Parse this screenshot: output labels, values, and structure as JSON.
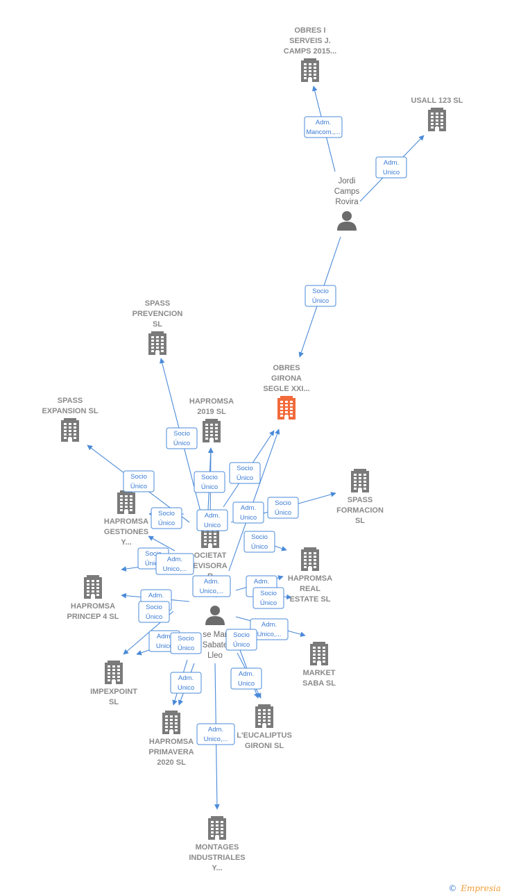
{
  "colors": {
    "company": "#7a7a7a",
    "focus": "#f26a3b",
    "person": "#6b6b6b",
    "edge": "#4a8ad8",
    "edge_text": "#3a7bd5"
  },
  "nodes": [
    {
      "id": "obres_serveis",
      "type": "company",
      "icon": "building-icon",
      "lines": [
        "OBRES I",
        "SERVEIS J.",
        "CAMPS 2015..."
      ]
    },
    {
      "id": "usall",
      "type": "company",
      "icon": "building-icon",
      "lines": [
        "USALL 123 SL"
      ]
    },
    {
      "id": "jordi",
      "type": "person",
      "icon": "person-icon",
      "lines": [
        "Jordi",
        "Camps",
        "Rovira"
      ]
    },
    {
      "id": "spass_prev",
      "type": "company",
      "icon": "building-icon",
      "lines": [
        "SPASS",
        "PREVENCION",
        "SL"
      ]
    },
    {
      "id": "obres_girona",
      "type": "focus",
      "icon": "building-icon",
      "lines": [
        "OBRES",
        "GIRONA",
        "SEGLE XXI..."
      ]
    },
    {
      "id": "spass_exp",
      "type": "company",
      "icon": "building-icon",
      "lines": [
        "SPASS",
        "EXPANSION  SL"
      ]
    },
    {
      "id": "hapromsa2019",
      "type": "company",
      "icon": "building-icon",
      "lines": [
        "HAPROMSA",
        "2019  SL"
      ]
    },
    {
      "id": "spass_form",
      "type": "company",
      "icon": "building-icon",
      "lines": [
        "SPASS",
        "FORMACION",
        "SL"
      ]
    },
    {
      "id": "hap_gest",
      "type": "company",
      "icon": "building-icon",
      "lines": [
        "HAPROMSA",
        "GESTIONES",
        "Y..."
      ]
    },
    {
      "id": "societat",
      "type": "company",
      "icon": "building-icon",
      "lines": [
        "OCIETAT",
        "EVISORA",
        "R"
      ]
    },
    {
      "id": "hap_real",
      "type": "company",
      "icon": "building-icon",
      "lines": [
        "HAPROMSA",
        "REAL",
        "ESTATE  SL"
      ]
    },
    {
      "id": "hap_princep",
      "type": "company",
      "icon": "building-icon",
      "lines": [
        "HAPROMSA",
        "PRINCEP 4  SL"
      ]
    },
    {
      "id": "jose",
      "type": "person",
      "icon": "person-icon",
      "lines": [
        "se Mar",
        "Sabate",
        "Lleo"
      ]
    },
    {
      "id": "impexpoint",
      "type": "company",
      "icon": "building-icon",
      "lines": [
        "IMPEXPOINT",
        "SL"
      ]
    },
    {
      "id": "market",
      "type": "company",
      "icon": "building-icon",
      "lines": [
        "MARKET",
        "SABA SL"
      ]
    },
    {
      "id": "eucaliptus",
      "type": "company",
      "icon": "building-icon",
      "lines": [
        "L'EUCALIPTUS",
        "GIRONI  SL"
      ]
    },
    {
      "id": "hap_prim",
      "type": "company",
      "icon": "building-icon",
      "lines": [
        "HAPROMSA",
        "PRIMAVERA",
        "2020  SL"
      ]
    },
    {
      "id": "montages",
      "type": "company",
      "icon": "building-icon",
      "lines": [
        "MONTAGES",
        "INDUSTRIALES",
        "Y..."
      ]
    }
  ],
  "edges": [
    {
      "from": "jordi",
      "to": "obres_serveis",
      "lines": [
        "Adm.",
        "Mancom.,..."
      ]
    },
    {
      "from": "jordi",
      "to": "usall",
      "lines": [
        "Adm.",
        "Unico"
      ]
    },
    {
      "from": "jordi",
      "to": "obres_girona",
      "lines": [
        "Socio",
        "Único"
      ]
    },
    {
      "from": "jose",
      "to": "spass_prev",
      "lines": [
        "Socio",
        "Único"
      ]
    },
    {
      "from": "jose",
      "to": "spass_exp",
      "lines": [
        "Socio",
        "Único"
      ]
    },
    {
      "from": "jose",
      "to": "hapromsa2019",
      "lines": [
        "Socio",
        "Único"
      ]
    },
    {
      "from": "jose",
      "to": "hapromsa2019",
      "lines": [
        "Adm.",
        "Unico"
      ]
    },
    {
      "from": "jose",
      "to": "obres_girona",
      "lines": [
        "Socio",
        "Único"
      ]
    },
    {
      "from": "jose",
      "to": "obres_girona",
      "lines": [
        "Adm.",
        "Unico"
      ]
    },
    {
      "from": "jose",
      "to": "spass_form",
      "lines": [
        "Socio",
        "Único"
      ]
    },
    {
      "from": "jose",
      "to": "hap_gest",
      "lines": [
        "Socio",
        "Único"
      ]
    },
    {
      "from": "jose",
      "to": "hap_real",
      "lines": [
        "Socio",
        "Único"
      ]
    },
    {
      "from": "jose",
      "to": "hap_gest",
      "lines": [
        "Socio",
        "Único"
      ]
    },
    {
      "from": "jose",
      "to": "hap_gest",
      "lines": [
        "Adm.",
        "Unico,..."
      ]
    },
    {
      "from": "jose",
      "to": "societat",
      "lines": [
        "Adm.",
        "Unico,..."
      ]
    },
    {
      "from": "jose",
      "to": "hap_real",
      "lines": [
        "Adm.",
        "Unico"
      ]
    },
    {
      "from": "jose",
      "to": "hap_real",
      "lines": [
        "Socio",
        "Único"
      ]
    },
    {
      "from": "jose",
      "to": "hap_princep",
      "lines": [
        "Adm.",
        "Unico"
      ]
    },
    {
      "from": "jose",
      "to": "hap_princep",
      "lines": [
        "Socio",
        "Único"
      ]
    },
    {
      "from": "jose",
      "to": "market",
      "lines": [
        "Adm.",
        "Unico,..."
      ]
    },
    {
      "from": "jose",
      "to": "impexpoint",
      "lines": [
        "Adm.",
        "Unico"
      ]
    },
    {
      "from": "jose",
      "to": "impexpoint",
      "lines": [
        "Socio",
        "Único"
      ]
    },
    {
      "from": "jose",
      "to": "eucaliptus",
      "lines": [
        "Socio",
        "Único"
      ]
    },
    {
      "from": "jose",
      "to": "eucaliptus",
      "lines": [
        "Adm.",
        "Unico"
      ]
    },
    {
      "from": "jose",
      "to": "hap_prim",
      "lines": [
        "Adm.",
        "Unico"
      ]
    },
    {
      "from": "jose",
      "to": "montages",
      "lines": [
        "Adm.",
        "Unico,..."
      ]
    }
  ],
  "footer": {
    "copyright": "©",
    "brand": "Empresia"
  }
}
